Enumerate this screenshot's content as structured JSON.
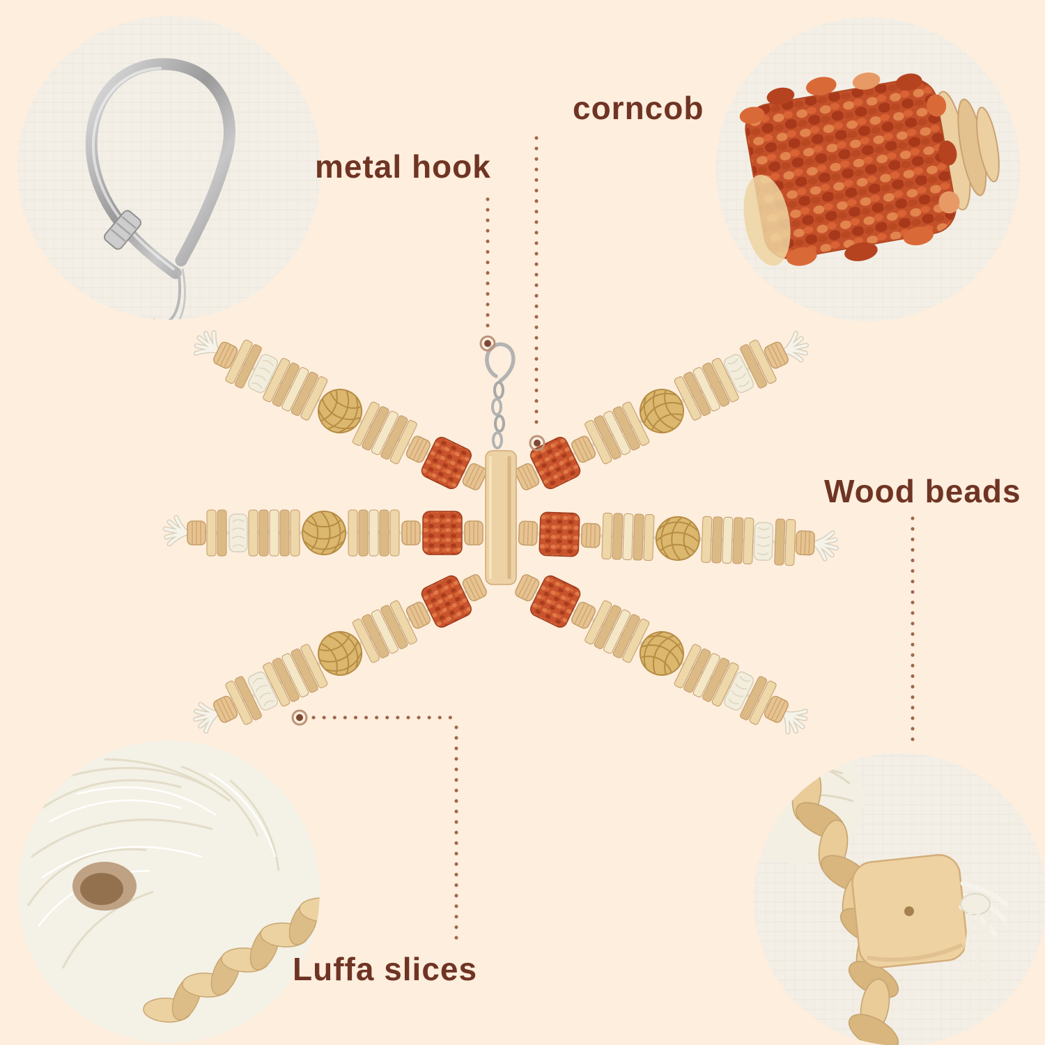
{
  "page": {
    "background_color": "#fdeedd",
    "label_text_color": "#6f3424",
    "leader_line_color": "#a2654d"
  },
  "callouts": {
    "metal_hook": {
      "label": "metal hook"
    },
    "corncob": {
      "label": "corncob"
    },
    "wood_beads": {
      "label": "Wood beads"
    },
    "luffa_slices": {
      "label": "Luffa slices"
    }
  },
  "insets": {
    "top_left": {
      "content": "metal hook close-up"
    },
    "top_right": {
      "content": "corncob close-up"
    },
    "bottom_left": {
      "content": "luffa slices close-up"
    },
    "bottom_right": {
      "content": "wood bead close-up"
    }
  },
  "palette": {
    "metal": "#b9b9b9",
    "corncob": "#c4502a",
    "wood_bead": "#e6c391",
    "corn_husk": "#ecd2a0",
    "luffa": "#f2eddd",
    "rattan_ball": "#dcb76e"
  }
}
